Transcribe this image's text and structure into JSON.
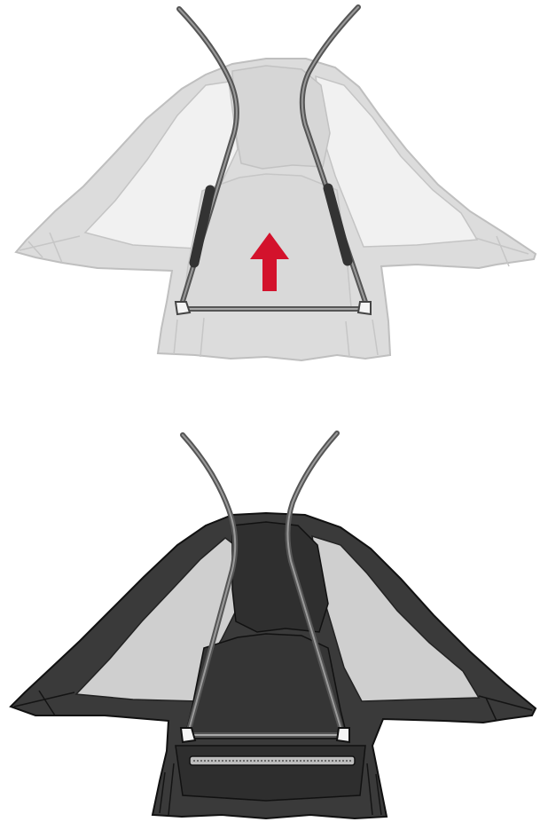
{
  "diagram": {
    "steps": [
      {
        "id": "step-1",
        "state": "frame-inserted",
        "highlight": "insert-arrow"
      },
      {
        "id": "step-2",
        "state": "frame-attached"
      }
    ],
    "colors": {
      "ghost_fabric": "#dcdcdc",
      "ghost_outline": "#bfbfbf",
      "ghost_mesh": "#f1f1f1",
      "dark_fabric": "#3a3a3a",
      "dark_outline": "#111111",
      "mesh": "#cfcfcf",
      "frame": "#6e6e6e",
      "frame_highlight": "#a9a9a9",
      "arrow": "#d3122c"
    },
    "icons": [
      "up-arrow-icon"
    ]
  }
}
